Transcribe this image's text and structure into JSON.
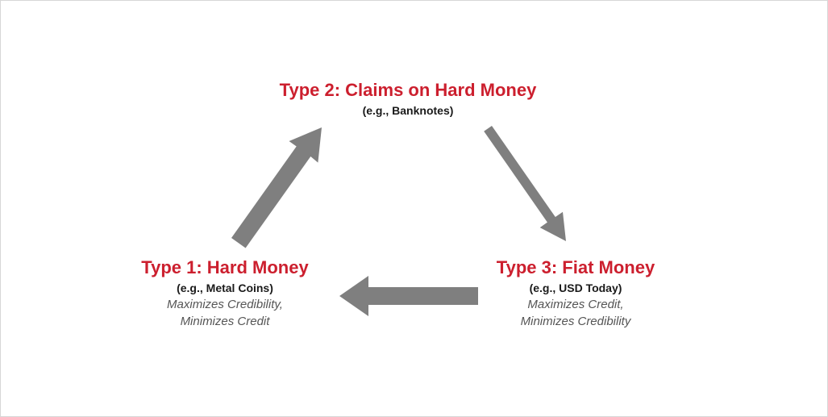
{
  "diagram": {
    "arrow_color": "#7f7f7f",
    "title_color": "#cc1f2e",
    "nodes": {
      "type2": {
        "title": "Type 2: Claims on Hard Money",
        "example": "(e.g., Banknotes)"
      },
      "type1": {
        "title": "Type 1: Hard Money",
        "example": "(e.g., Metal Coins)",
        "note_line1": "Maximizes Credibility,",
        "note_line2": "Minimizes Credit"
      },
      "type3": {
        "title": "Type 3: Fiat Money",
        "example": "(e.g., USD Today)",
        "note_line1": "Maximizes Credit,",
        "note_line2": "Minimizes Credibility"
      }
    },
    "edges": [
      {
        "from": "Type 1: Hard Money",
        "to": "Type 2: Claims on Hard Money"
      },
      {
        "from": "Type 2: Claims on Hard Money",
        "to": "Type 3: Fiat Money"
      },
      {
        "from": "Type 3: Fiat Money",
        "to": "Type 1: Hard Money"
      }
    ]
  }
}
